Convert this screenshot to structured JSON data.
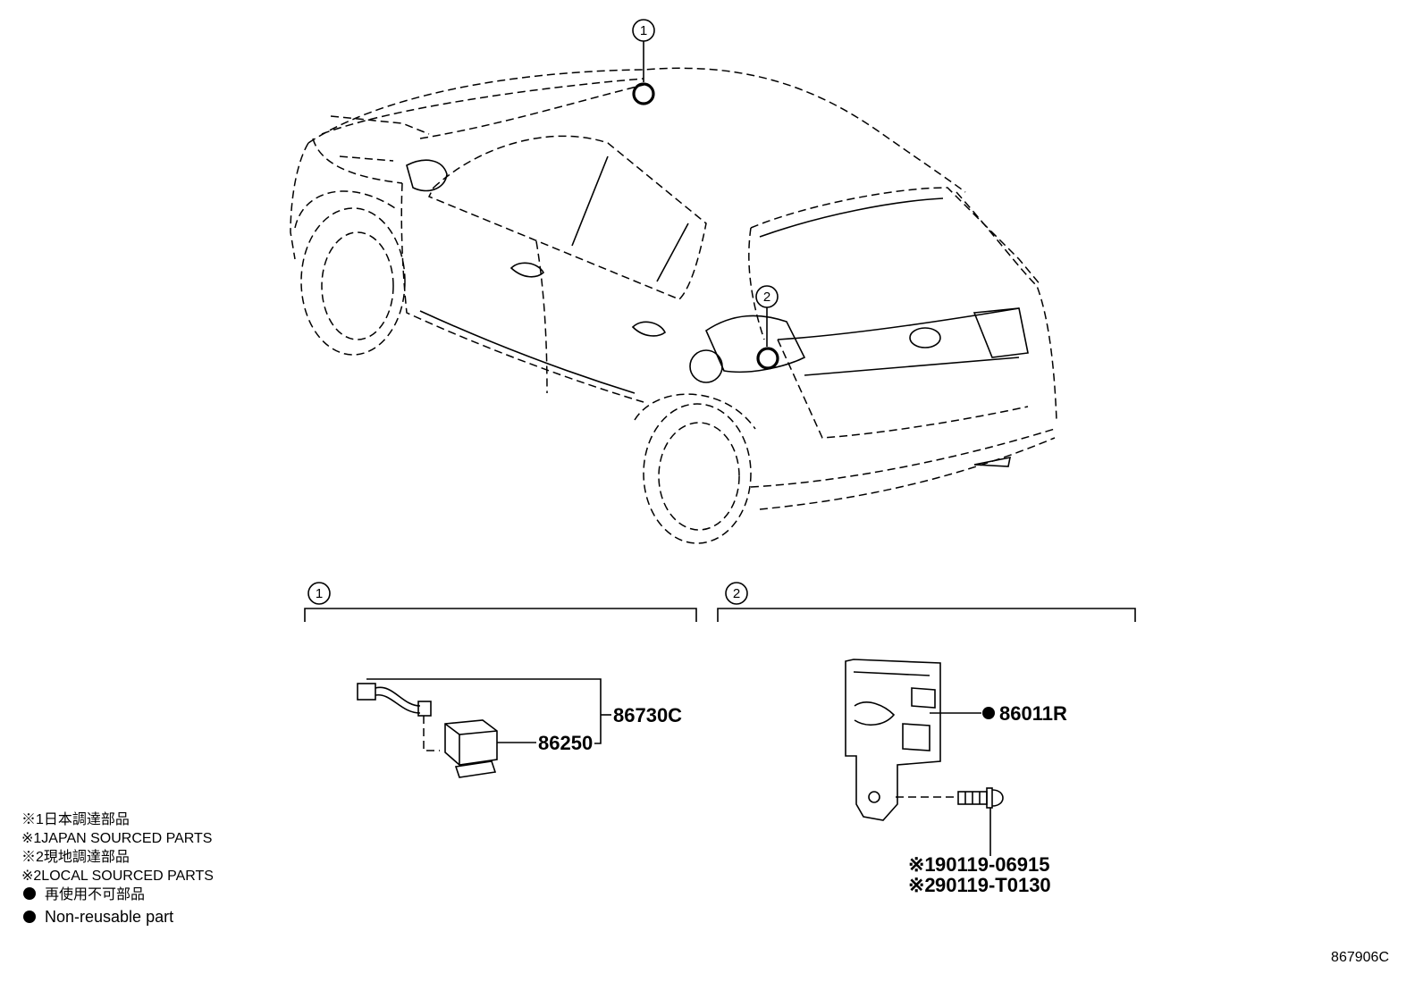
{
  "diagram": {
    "reference_code": "867906C",
    "callouts": [
      {
        "id": "callout-1",
        "label": "1"
      },
      {
        "id": "callout-2",
        "label": "2"
      }
    ],
    "groups": [
      {
        "label": "1",
        "parts": [
          "86730C",
          "86250"
        ]
      },
      {
        "label": "2",
        "parts": [
          "86011R",
          "90119-06915",
          "90119-T0130"
        ]
      }
    ],
    "part_labels": {
      "p86730c": "86730C",
      "p86250": "86250",
      "p86011r": "86011R",
      "p9011906915": "90119-06915",
      "p90119t0130": "90119-T0130"
    },
    "part_prefixes": {
      "p9011906915": "※1",
      "p90119t0130": "※2"
    },
    "legend": [
      {
        "text": "※1日本調達部品"
      },
      {
        "text": "※1JAPAN SOURCED PARTS"
      },
      {
        "text": "※2現地調達部品"
      },
      {
        "text": "※2LOCAL SOURCED PARTS"
      },
      {
        "marker": "bullet",
        "text": "再使用不可部品"
      },
      {
        "marker": "bullet",
        "text": "Non-reusable part"
      }
    ]
  }
}
